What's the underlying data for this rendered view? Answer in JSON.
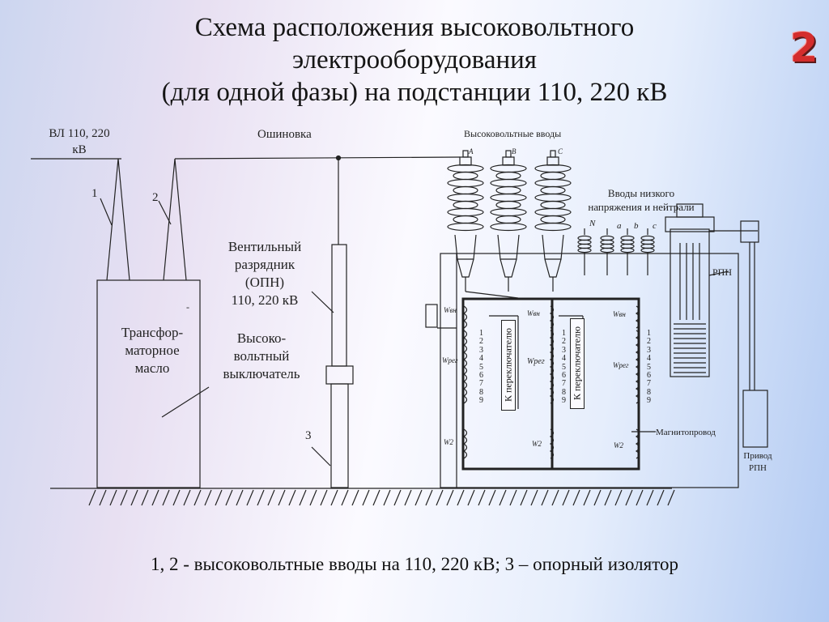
{
  "title": {
    "line1": "Схема расположения высоковольтного",
    "line2": "электрооборудования",
    "line3": "(для одной фазы) на подстанции 110, 220 кВ"
  },
  "slide_number": "2",
  "labels": {
    "line_voltage_1": "ВЛ 110, 220",
    "line_voltage_2": "кВ",
    "busbar": "Ошиновка",
    "hv_bushings": "Высоковольтные вводы",
    "phase_a": "A",
    "phase_b": "B",
    "phase_c": "C",
    "lv_bushings_1": "Вводы низкого",
    "lv_bushings_2": "напряжения и нейтрали",
    "lv_n": "N",
    "lv_a": "a",
    "lv_b": "b",
    "lv_c": "c",
    "num1": "1",
    "num2": "2",
    "num3": "3",
    "arrester_1": "Вентильный",
    "arrester_2": "разрядник",
    "arrester_3": "(ОПН)",
    "arrester_4": "110, 220 кВ",
    "oil_1": "Трансфор-",
    "oil_2": "маторное",
    "oil_3": "масло",
    "breaker_1": "Высоко-",
    "breaker_2": "вольтный",
    "breaker_3": "выключатель",
    "dash": "-",
    "rpn": "РПН",
    "magnet_core": "Магнитопровод",
    "rpn_drive_1": "Привод",
    "rpn_drive_2": "РПН",
    "to_switch_left": "К переключателю",
    "to_switch_right": "К переключателю",
    "w_vn": "Wвн",
    "w_reg": "Wрег",
    "w2": "W2",
    "tap_numbers": [
      "1",
      "2",
      "3",
      "4",
      "5",
      "6",
      "7",
      "8",
      "9"
    ]
  },
  "caption": "1, 2 - высоковольтные вводы на 110, 220 кВ; 3 – опорный изолятор"
}
